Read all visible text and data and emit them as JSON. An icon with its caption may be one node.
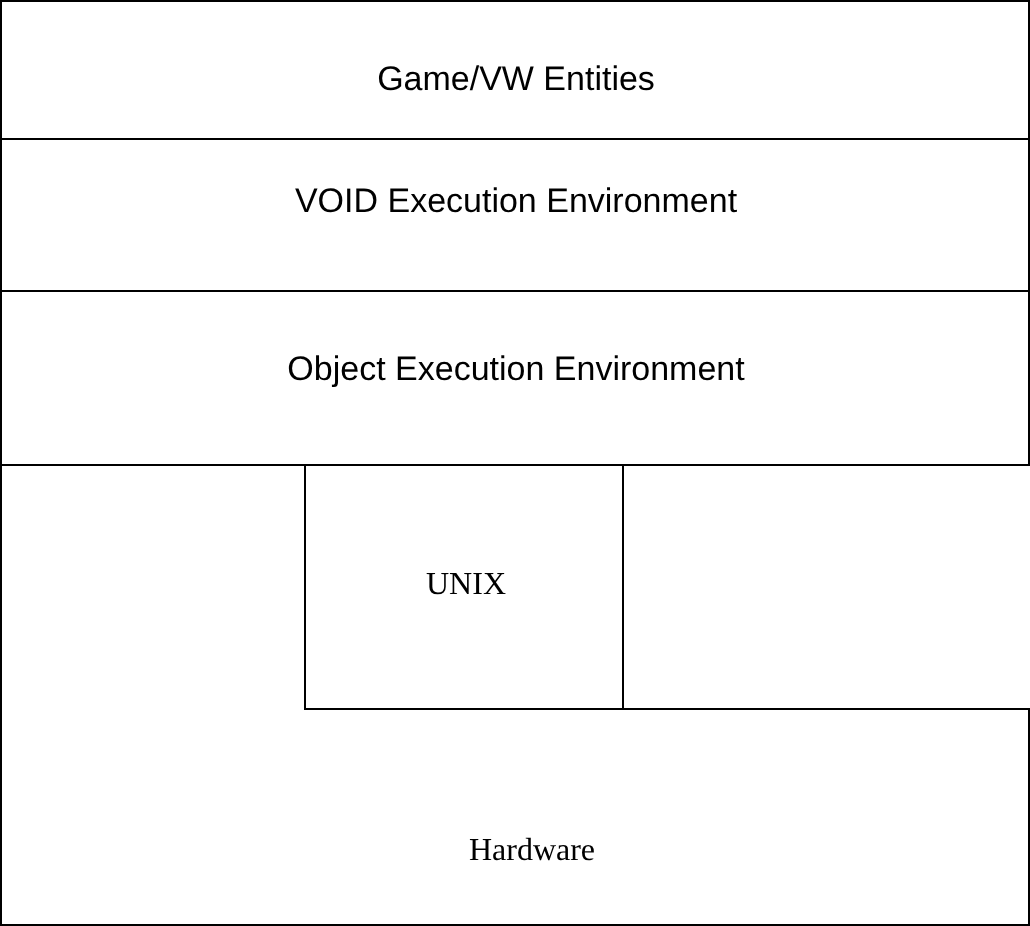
{
  "diagram": {
    "nodes": [
      {
        "text": [
          "Game/VW Entities"
        ]
      },
      {
        "text": [
          "VOID Execution Environment"
        ]
      },
      {
        "text": [
          "Object Execution Environment"
        ]
      },
      {
        "text": [
          "Hardware"
        ]
      },
      {
        "text": [
          "UNIX"
        ],
        "in": 3
      },
      {
        "text": [],
        "shape": "box",
        "in": 3
      }
    ]
  }
}
